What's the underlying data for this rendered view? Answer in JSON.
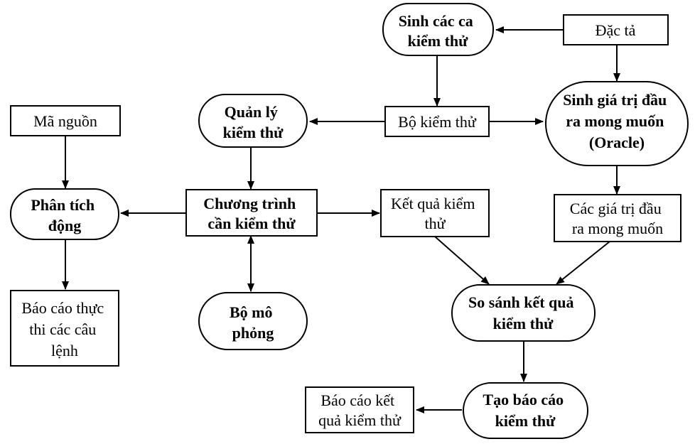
{
  "nodes": {
    "sinh_ca": {
      "lines": [
        "Sinh các ca",
        "kiểm thử"
      ]
    },
    "dac_ta": {
      "lines": [
        "Đặc tả"
      ]
    },
    "quan_ly": {
      "lines": [
        "Quản lý",
        "kiểm thử"
      ]
    },
    "bo_kiem_thu": {
      "lines": [
        "Bộ kiểm thử"
      ]
    },
    "sinh_gia_tri": {
      "lines": [
        "Sinh giá trị đầu",
        "ra mong muốn",
        "(Oracle)"
      ]
    },
    "ma_nguon": {
      "lines": [
        "Mã nguồn"
      ]
    },
    "phan_tich": {
      "lines": [
        "Phân tích",
        "động"
      ]
    },
    "chuong_trinh": {
      "lines": [
        "Chương trình",
        "cần kiểm thử"
      ]
    },
    "ket_qua": {
      "lines": [
        "Kết quả kiểm",
        "thử"
      ]
    },
    "cac_gia_tri": {
      "lines": [
        "Các giá trị đầu",
        "ra mong muốn"
      ]
    },
    "bao_cao_thuc_thi": {
      "lines": [
        "Báo cáo thực",
        "thi các câu",
        "lệnh"
      ]
    },
    "bo_mo_phong": {
      "lines": [
        "Bộ mô",
        "phỏng"
      ]
    },
    "so_sanh": {
      "lines": [
        "So sánh kết quả",
        "kiểm thử"
      ]
    },
    "bao_cao_ket_qua": {
      "lines": [
        "Báo cáo kết",
        "quả kiểm thử"
      ]
    },
    "tao_bao_cao": {
      "lines": [
        "Tạo báo cáo",
        "kiểm thử"
      ]
    }
  }
}
